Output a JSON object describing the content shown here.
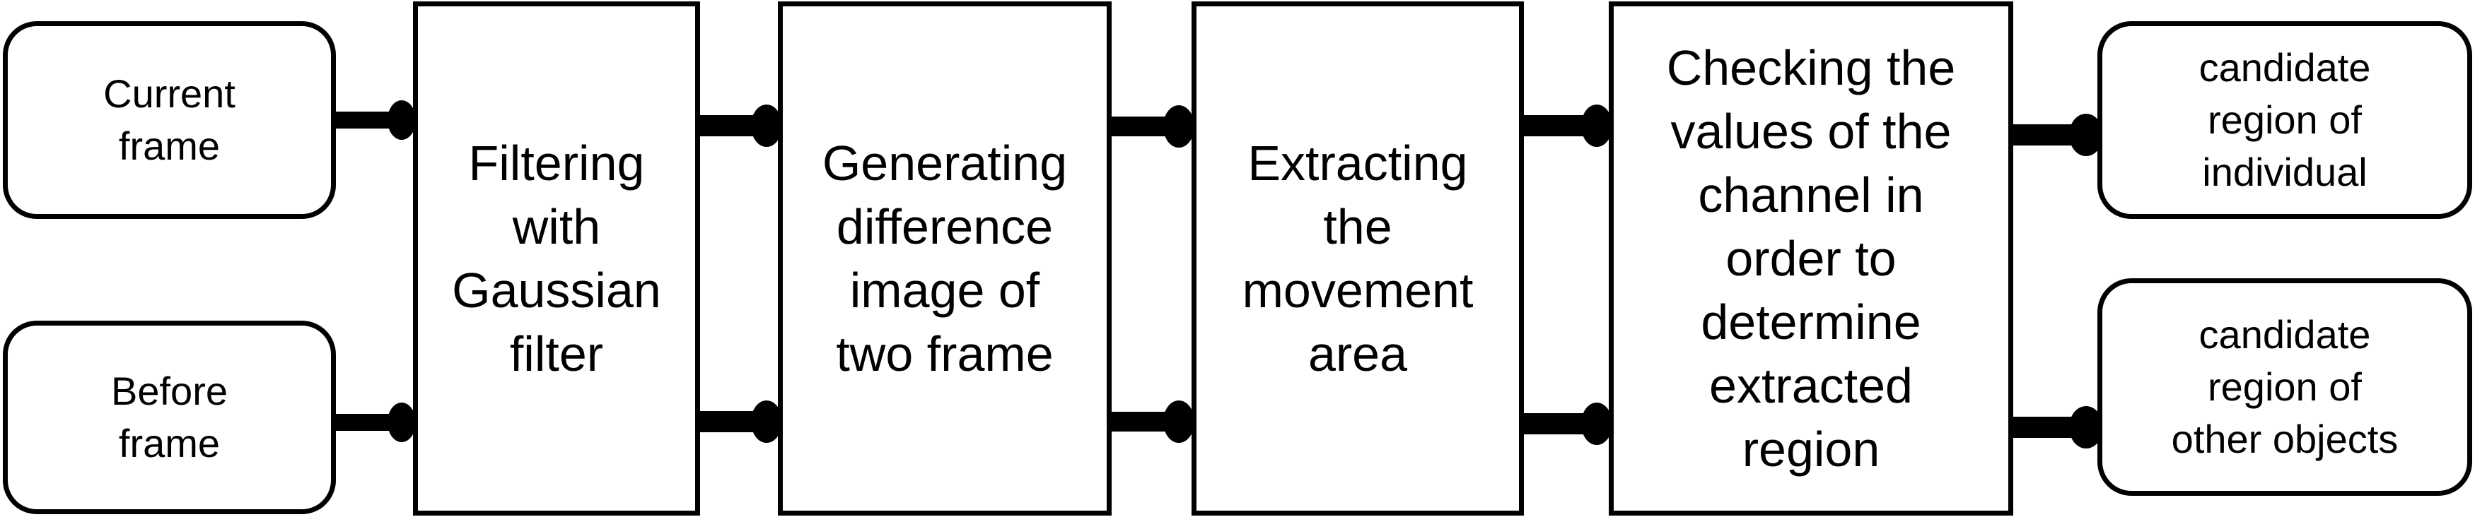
{
  "diagram": {
    "nodes": {
      "current_frame": "Current\nframe",
      "before_frame": "Before\nframe",
      "gaussian": "Filtering\nwith\nGaussian\nfilter",
      "difference": "Generating\ndifference\nimage of\ntwo frame",
      "movement": "Extracting\nthe\nmovement\narea",
      "checking": "Checking the\nvalues of the\nchannel in\norder to\ndetermine\nextracted\nregion",
      "individual": "candidate\nregion of\nindividual",
      "other_objects": "candidate\nregion of\nother objects"
    },
    "edges": [
      {
        "from": "current_frame",
        "to": "gaussian"
      },
      {
        "from": "before_frame",
        "to": "gaussian"
      },
      {
        "from": "gaussian",
        "to": "difference"
      },
      {
        "from": "gaussian",
        "to": "difference"
      },
      {
        "from": "difference",
        "to": "movement"
      },
      {
        "from": "difference",
        "to": "movement"
      },
      {
        "from": "movement",
        "to": "checking"
      },
      {
        "from": "movement",
        "to": "checking"
      },
      {
        "from": "checking",
        "to": "individual"
      },
      {
        "from": "checking",
        "to": "other_objects"
      }
    ],
    "line_color": "#000000",
    "fill_color": "#ffffff"
  }
}
